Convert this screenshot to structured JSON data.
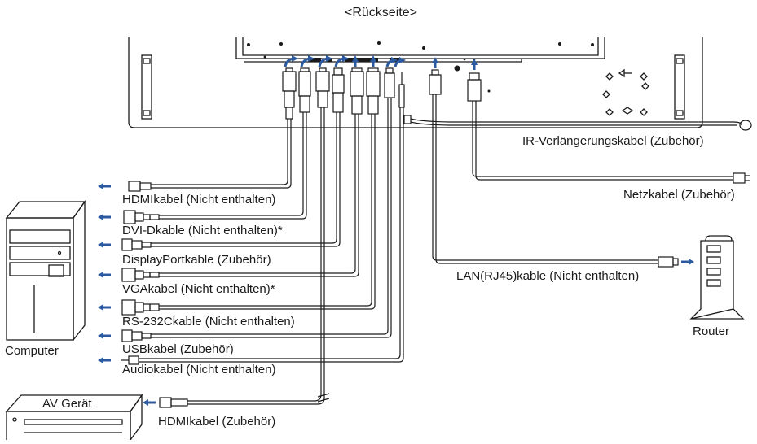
{
  "title": "<Rückseite>",
  "devices": {
    "computer": "Computer",
    "router": "Router",
    "av_device": "AV Gerät"
  },
  "cables": {
    "ir": "IR-Verlängerungskabel (Zubehör)",
    "power": "Netzkabel (Zubehör)",
    "lan": "LAN(RJ45)kable (Nicht enthalten)",
    "hdmi_pc": "HDMIkabel (Nicht enthalten)",
    "dvi": "DVI-Dkable (Nicht enthalten)*",
    "displayport": "DisplayPortkable (Zubehör)",
    "vga": "VGAkabel (Nicht enthalten)*",
    "rs232c": "RS-232Ckable (Nicht enthalten)",
    "usb": "USBkabel (Zubehör)",
    "audio": "Audiokabel (Nicht enthalten)",
    "hdmi_av": "HDMIkabel (Zubehör)"
  },
  "colors": {
    "line": "#1a1a1a",
    "arrow": "#2c5aa0",
    "background": "#ffffff"
  }
}
